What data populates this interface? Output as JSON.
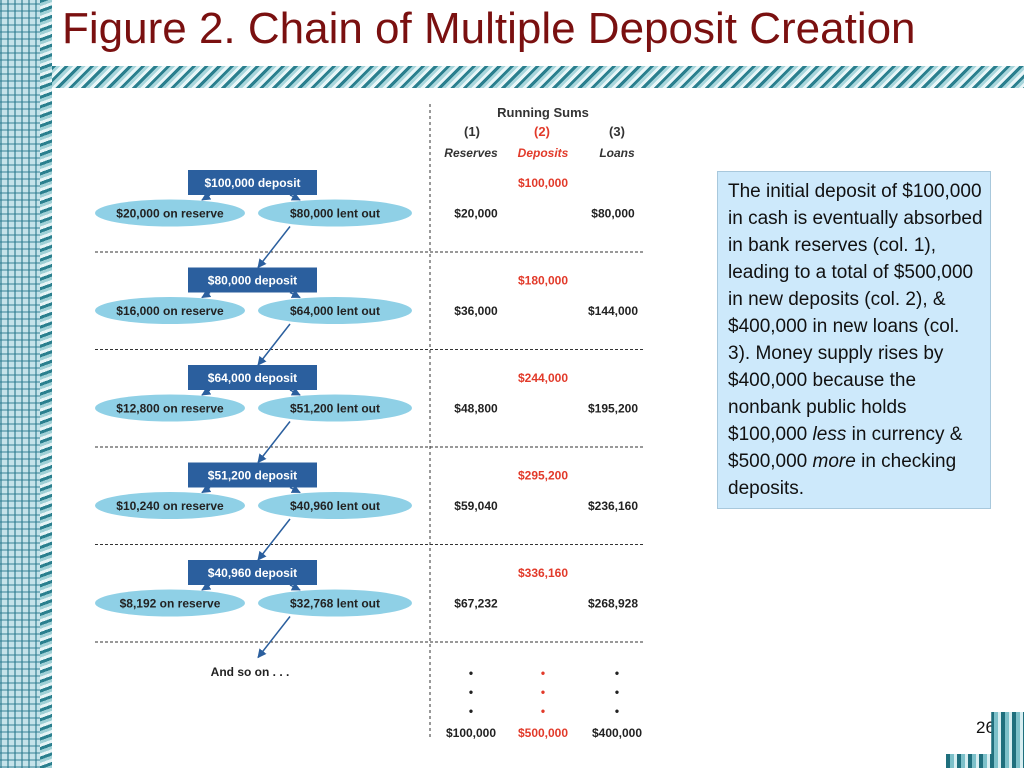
{
  "slide": {
    "title": "Figure 2. Chain of Multiple Deposit Creation",
    "page_number": "26"
  },
  "header": {
    "running_sums": "Running Sums",
    "columns": [
      {
        "num": "(1)",
        "name": "Reserves"
      },
      {
        "num": "(2)",
        "name": "Deposits"
      },
      {
        "num": "(3)",
        "name": "Loans"
      }
    ]
  },
  "rounds": [
    {
      "deposit": "$100,000 deposit",
      "reserve": "$20,000 on reserve",
      "lent": "$80,000 lent out",
      "sum_deposits": "$100,000",
      "sum_reserves": "$20,000",
      "sum_loans": "$80,000"
    },
    {
      "deposit": "$80,000 deposit",
      "reserve": "$16,000 on reserve",
      "lent": "$64,000 lent out",
      "sum_deposits": "$180,000",
      "sum_reserves": "$36,000",
      "sum_loans": "$144,000"
    },
    {
      "deposit": "$64,000 deposit",
      "reserve": "$12,800 on reserve",
      "lent": "$51,200 lent out",
      "sum_deposits": "$244,000",
      "sum_reserves": "$48,800",
      "sum_loans": "$195,200"
    },
    {
      "deposit": "$51,200 deposit",
      "reserve": "$10,240 on reserve",
      "lent": "$40,960 lent out",
      "sum_deposits": "$295,200",
      "sum_reserves": "$59,040",
      "sum_loans": "$236,160"
    },
    {
      "deposit": "$40,960 deposit",
      "reserve": "$8,192 on reserve",
      "lent": "$32,768 lent out",
      "sum_deposits": "$336,160",
      "sum_reserves": "$67,232",
      "sum_loans": "$268,928"
    }
  ],
  "footer": {
    "and_so_on": "And so on . . .",
    "dot": "•",
    "totals": {
      "reserves": "$100,000",
      "deposits": "$500,000",
      "loans": "$400,000"
    }
  },
  "textbox": {
    "part1": "The initial deposit of $100,000 in cash is eventually absorbed in bank reserves (col. 1), leading to a total of $500,000 in new deposits (col. 2), & $400,000 in new loans (col. 3). Money supply rises by $400,000 because the nonbank public holds $100,000",
    "less": "less",
    "part2": "in currency & $500,000",
    "more": "more",
    "part3": "in checking deposits."
  },
  "colors": {
    "title": "#7a1010",
    "deposit_box": "#2b5f9e",
    "ellipse": "#8fd0e6",
    "deposits_red": "#e23a2a",
    "textbox_bg": "#cde9fb"
  }
}
